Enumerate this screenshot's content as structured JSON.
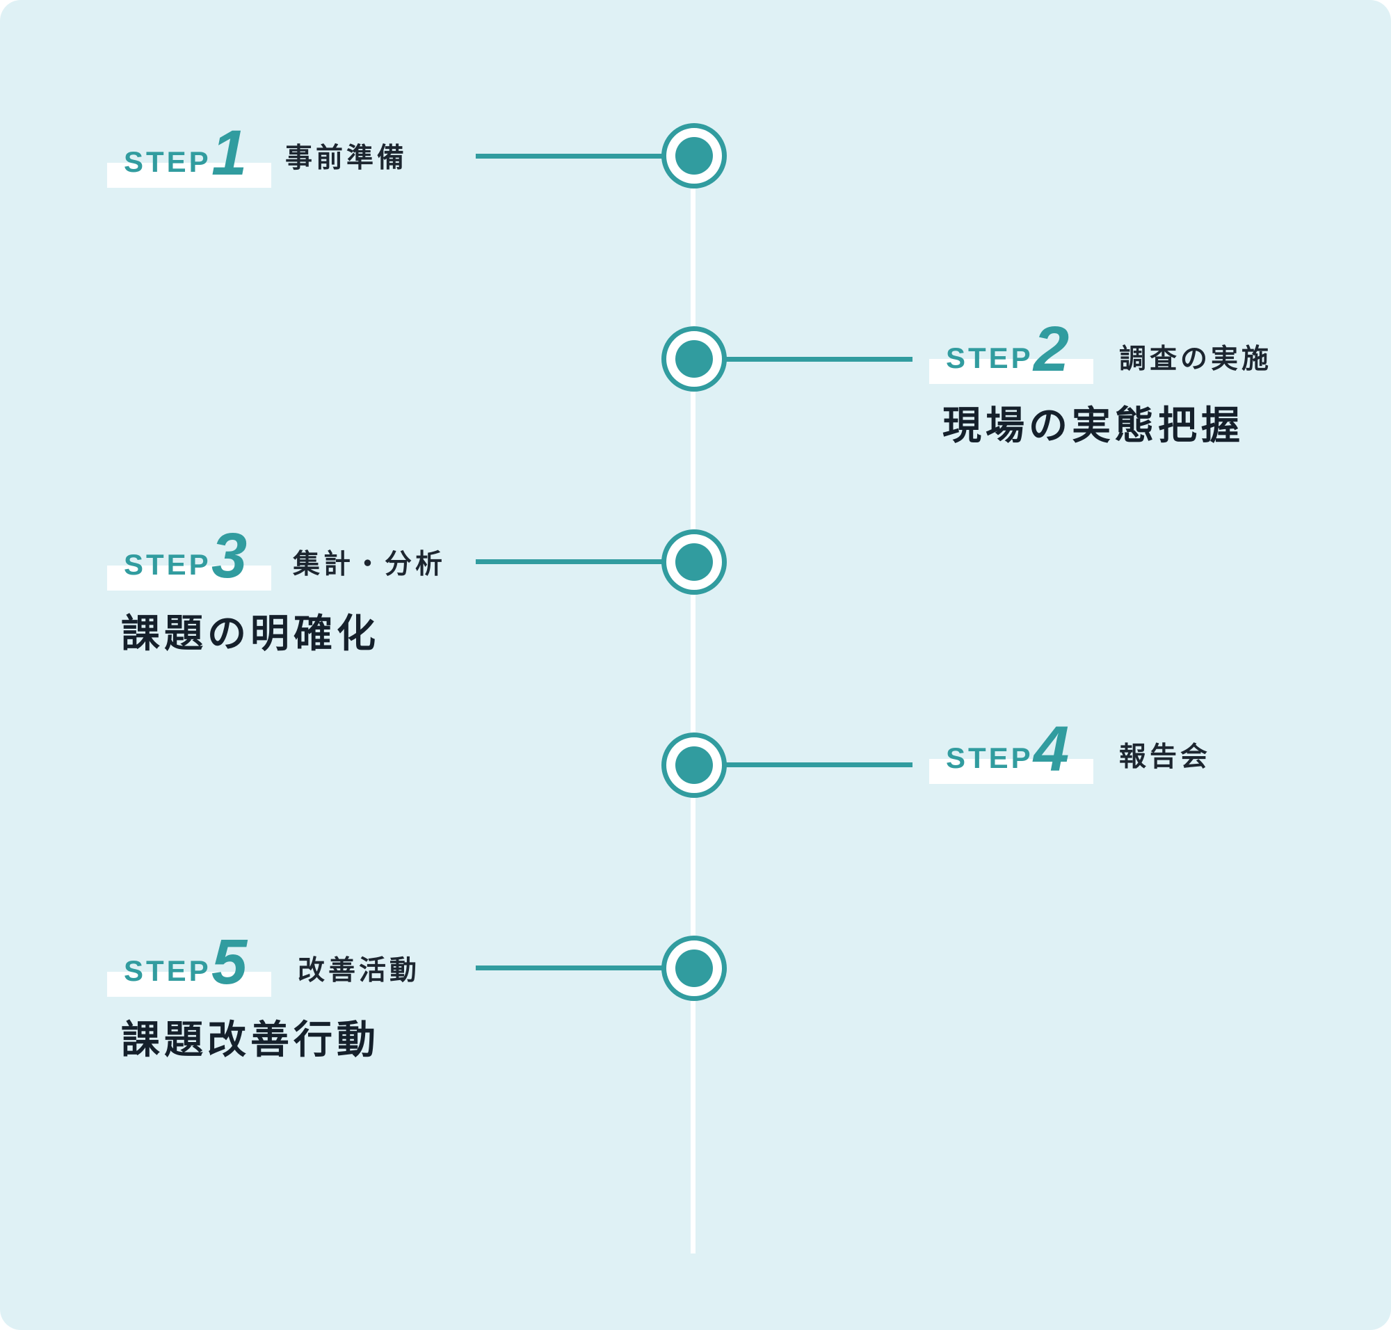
{
  "colors": {
    "panel": "#dff1f5",
    "accent": "#319c9f",
    "spine": "#ffffff",
    "text": "#15202b"
  },
  "steps": [
    {
      "label": "STEP",
      "number": "1",
      "subtitle": "事前準備",
      "title": ""
    },
    {
      "label": "STEP",
      "number": "2",
      "subtitle": "調査の実施",
      "title": "現場の実態把握"
    },
    {
      "label": "STEP",
      "number": "3",
      "subtitle": "集計・分析",
      "title": "課題の明確化"
    },
    {
      "label": "STEP",
      "number": "4",
      "subtitle": "報告会",
      "title": ""
    },
    {
      "label": "STEP",
      "number": "5",
      "subtitle": "改善活動",
      "title": "課題改善行動"
    }
  ]
}
